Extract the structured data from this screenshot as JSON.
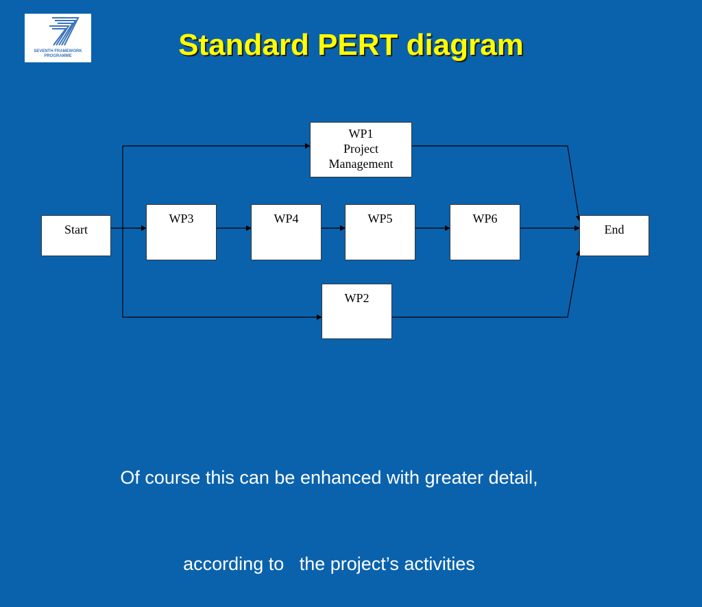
{
  "logo": {
    "line1": "SEVENTH FRAMEWORK",
    "line2": "PROGRAMME"
  },
  "title": "Standard PERT diagram",
  "nodes": {
    "start": "Start",
    "end": "End",
    "wp1": {
      "line1": "WP1",
      "line2": "Project",
      "line3": "Management"
    },
    "wp2": "WP2",
    "wp3": "WP3",
    "wp4": "WP4",
    "wp5": "WP5",
    "wp6": "WP6"
  },
  "caption": {
    "line1": "Of course this can be enhanced with greater detail,",
    "line2": "according to   the project’s activities"
  },
  "colors": {
    "background": "#0a62ad",
    "title": "#ffff00",
    "node_fill": "#ffffff",
    "connector": "#000000"
  }
}
